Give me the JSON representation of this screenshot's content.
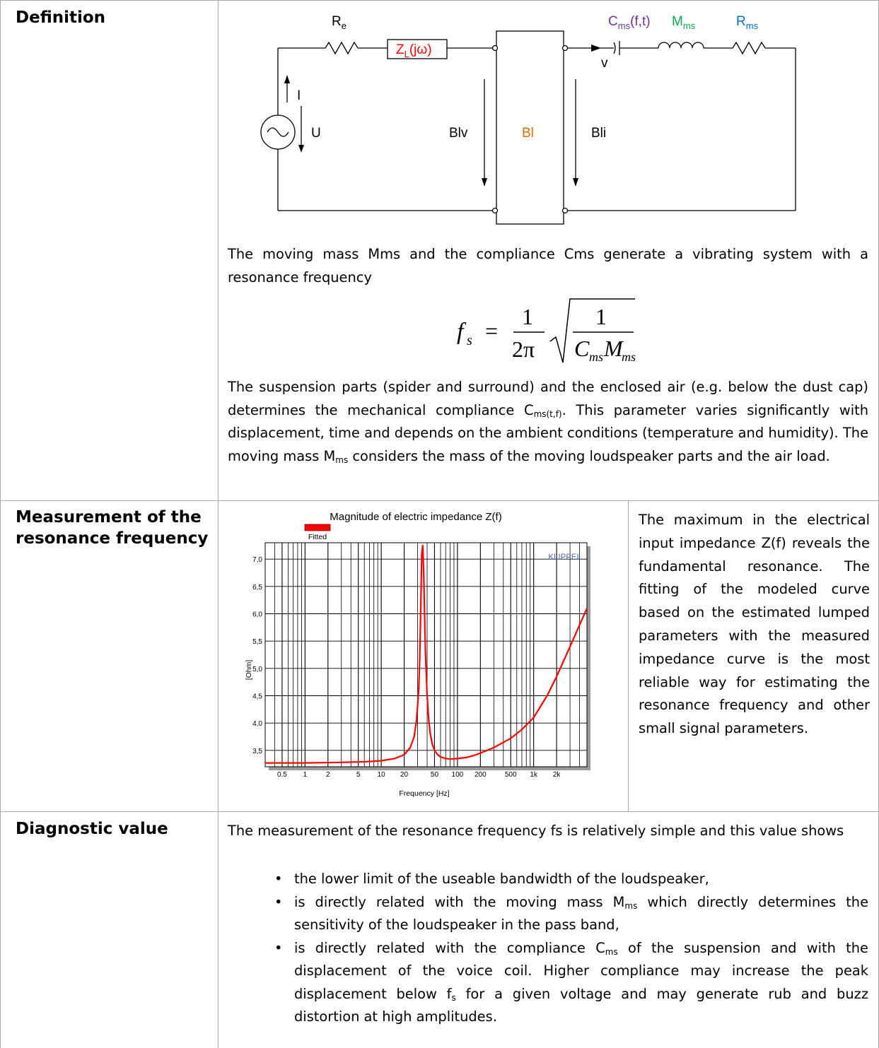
{
  "labels": {
    "definition": "Definition",
    "measurement": [
      "Measurement of the",
      "resonance frequency"
    ],
    "diagnostic": "Diagnostic value"
  },
  "circuit": {
    "Re": "R",
    "Re_sub": "e",
    "ZL": "Z",
    "ZL_sub": "L",
    "ZL_arg": "(jω)",
    "Cms": "C",
    "Cms_sub": "ms",
    "Cms_arg": "(f,t)",
    "Mms": "M",
    "Mms_sub": "ms",
    "Rms": "R",
    "Rms_sub": "ms",
    "I": "I",
    "U": "U",
    "v": "v",
    "Blv": "Blv",
    "Bl": "Bl",
    "Bli": "Bli",
    "colors": {
      "ZL": "#ff0000",
      "Cms": "#7030a0",
      "Mms": "#00b050",
      "Rms": "#0070c0",
      "Bl": "#e36c09"
    }
  },
  "definition": {
    "p1": "The moving mass Mms and the compliance Cms generate a vibrating system with a resonance frequency",
    "formula": {
      "lhs": "f",
      "lhs_sub": "s",
      "eq": "=",
      "num": "1",
      "den": "2π",
      "inner_num": "1",
      "C": "C",
      "C_sub": "ms",
      "M": "M",
      "M_sub": "ms"
    },
    "p2_a": "The suspension parts (spider and surround) and the enclosed air (e.g. below the dust cap) determines the mechanical compliance C",
    "p2_b": "ms(t,f)",
    "p2_c": ". This parameter varies significantly with displacement, time and depends on the ambient conditions (temperature and humidity). The moving mass M",
    "p2_d": "ms",
    "p2_e": " considers the mass of the moving loudspeaker parts and the air load."
  },
  "measurement": {
    "text": "The maximum in the electrical input impedance Z(f) reveals the fundamental resonance. The fitting of the modeled curve based on the estimated lumped parameters with the measured impedance curve is the most reliable way for estimating the resonance frequency and other small signal parameters."
  },
  "chart_data": {
    "type": "line",
    "title": "Magnitude of electric impedance Z(f)",
    "legend": [
      "Fitted"
    ],
    "xlabel": "Frequency [Hz]",
    "ylabel": "[Ohm]",
    "watermark": "KLIPPEL",
    "xscale": "log",
    "xlim": [
      0.3,
      5000
    ],
    "ylim": [
      3.2,
      7.3
    ],
    "xticks": [
      0.5,
      1,
      2,
      5,
      10,
      20,
      50,
      100,
      200,
      500,
      1000,
      2000
    ],
    "xtick_labels": [
      "0.5",
      "1",
      "2",
      "5",
      "10",
      "20",
      "50",
      "100",
      "200",
      "500",
      "1k",
      "2k"
    ],
    "yticks": [
      3.5,
      4.0,
      4.5,
      5.0,
      5.5,
      6.0,
      6.5,
      7.0
    ],
    "ytick_labels": [
      "3,5",
      "4,0",
      "4,5",
      "5,0",
      "5,5",
      "6,0",
      "6,5",
      "7,0"
    ],
    "grid": true,
    "series": [
      {
        "name": "Fitted",
        "color": "#ff0000",
        "x": [
          0.3,
          1,
          3,
          6,
          10,
          15,
          20,
          24,
          27,
          29,
          31,
          32,
          33,
          34,
          35,
          36,
          37,
          38,
          40,
          42,
          44,
          47,
          50,
          55,
          60,
          70,
          80,
          100,
          130,
          160,
          200,
          300,
          500,
          700,
          1000,
          1500,
          2000,
          3000,
          5000
        ],
        "y": [
          3.27,
          3.27,
          3.28,
          3.29,
          3.31,
          3.35,
          3.42,
          3.55,
          3.75,
          4.05,
          4.6,
          5.2,
          6.1,
          7.1,
          7.25,
          6.8,
          6.0,
          5.3,
          4.5,
          4.05,
          3.8,
          3.6,
          3.5,
          3.42,
          3.38,
          3.35,
          3.34,
          3.35,
          3.37,
          3.4,
          3.45,
          3.55,
          3.72,
          3.88,
          4.1,
          4.5,
          4.85,
          5.4,
          6.1
        ]
      }
    ]
  },
  "diagnostic": {
    "intro": "The measurement of the resonance frequency fs is relatively simple and this value shows",
    "bullet_char": "•",
    "b1": "the lower limit of the useable bandwidth of the loudspeaker,",
    "b2_a": "is directly related with the moving mass M",
    "b2_b": "ms",
    "b2_c": " which directly determines the sensitivity of the loudspeaker in the pass band,",
    "b3_a": "is directly related with the compliance C",
    "b3_b": "ms",
    "b3_c": " of the suspension and with the displacement of the voice coil. Higher compliance may increase the peak displacement below f",
    "b3_d": "s",
    "b3_e": " for a given voltage and may generate rub and buzz distortion at high amplitudes."
  }
}
